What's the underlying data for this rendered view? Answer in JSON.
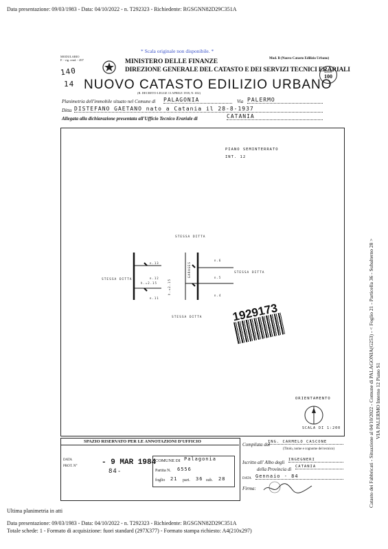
{
  "top_meta": "Data presentazione: 09/03/1983 - Data: 04/10/2022 - n. T292323 - Richiedente: RGSGNN82D29C351A",
  "scale_note": "* Scala originale non disponibile. *",
  "form": {
    "modulario": "MODULARIO",
    "modulario_code": "F. - rig. rend. - 497",
    "handwritten_ref": "140",
    "handwritten_ref2": "14",
    "mod_code": "Mod. B (Nuovo Catasto Edilizio Urbano)",
    "ministry": "MINISTERO DELLE FINANZE",
    "direction": "DIREZIONE GENERALE DEL CATASTO E DEI SERVIZI TECNICI ERARIALI",
    "title": "NUOVO CATASTO EDILIZIO URBANO",
    "law": "(R. DECRETO-LEGGE 13 APRILE 1939, N. 652)",
    "price_label": "Lire",
    "price_value": "100",
    "line1_label": "Planimetria dell'immobile situato nel Comune di",
    "comune": "PALAGONIA",
    "via_label": "Via",
    "via": "PALERMO",
    "ditta_label": "Ditta",
    "ditta": "DISTEFANO   GAETANO   nato a Catania il 28-8-1937",
    "allegata_label": "Allegata alla dichiarazione presentata all'Ufficio Tecnico Erariale di",
    "ufficio": "CATANIA"
  },
  "plan": {
    "piano": "PIANO   SEMINTERRATO",
    "interno": "INT. 12",
    "stessa_ditta_top": "STESSA DITTA",
    "stessa_ditta_left": "STESSA DITTA",
    "stessa_ditta_right": "STESSA DITTA",
    "stessa_ditta_bottom": "STESSA DITTA",
    "label_n13": "n.13",
    "label_n6": "n.6",
    "label_n12": "n.12",
    "label_n5": "n.5",
    "label_h": "h.=2.15",
    "label_n11": "n.11",
    "label_n4": "n.4",
    "label_garage": "GARAGES",
    "label_h2": "h.=2.15",
    "barcode_number": "1929173",
    "orientamento": "ORIENTAMENTO",
    "scala": "SCALA DI 1:200"
  },
  "office": {
    "spazio": "SPAZIO RISERVATO PER LE ANNOTAZIONI D'UFFICIO",
    "data_label": "DATA",
    "prot_label": "PROT. N°",
    "stamp_date": "- 9 MAR 1984",
    "stamp_num": "84-",
    "comune_label": "COMUNE DI",
    "comune_hand": "Palagonia",
    "partita_label": "Partita N.",
    "partita_hand": "6556",
    "foglio_label": "foglio",
    "foglio_hand": "21",
    "part_label": "part.",
    "part_hand": "36",
    "sub_label": "sub.",
    "sub_hand": "28"
  },
  "compiler": {
    "compilata_label": "Compilata dal",
    "compilata_value": "ING. CARMELO CASCONE",
    "compilata_sub": "(Titolo, nome e cognome del tecnico)",
    "iscritto_label": "Iscritto all' Albo degli",
    "iscritto_value": "INGEGNERI",
    "provincia_label": "della Provincia di",
    "provincia_value": "CATANIA",
    "data_label": "DATA",
    "data_value": "Gennaio - 84",
    "firma_label": "Firma:"
  },
  "side_text": "Catasto dei Fabbricati - Situazione al 04/10/2022 - Comune di PALAGONIA(G253) - < Foglio 21 - Particella 36 - Subalterno 28 >",
  "side_text2": "VIA PALERMO  Interno 12 Piano S1",
  "ultima": "Ultima planimetria in atti",
  "bottom_meta1": "Data presentazione: 09/03/1983 - Data: 04/10/2022 - n. T292323 - Richiedente: RGSGNN82D29C351A",
  "bottom_meta2": "Totale schede: 1 - Formato di acquisizione: fuori standard (297X377) - Formato stampa richiesto: A4(210x297)"
}
